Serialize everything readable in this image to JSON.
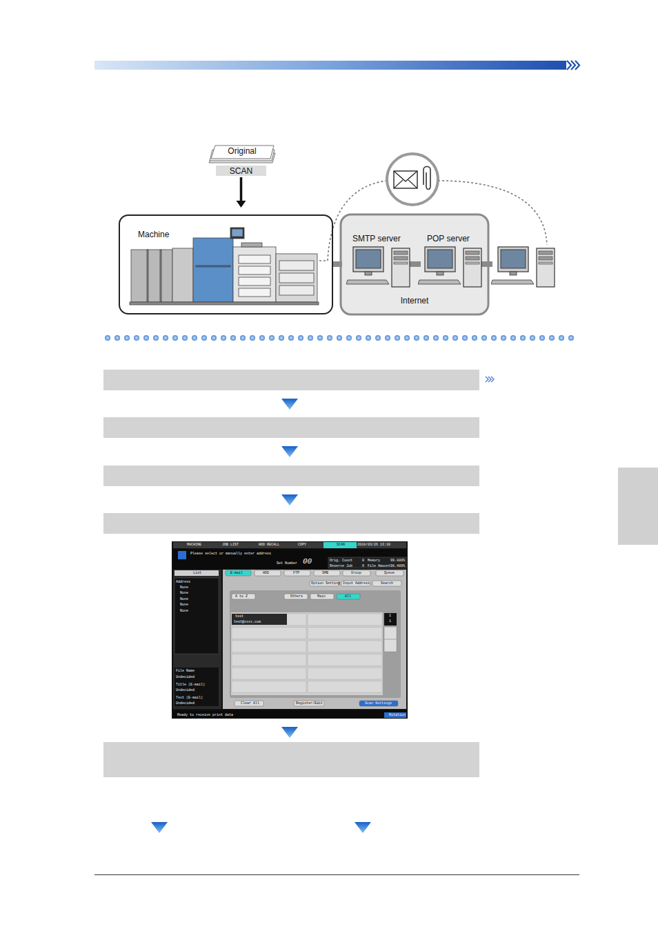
{
  "diagram": {
    "nodes": [
      {
        "text": [
          "Original"
        ]
      },
      {
        "text": [
          "SCAN"
        ]
      },
      {
        "text": [
          "Machine"
        ]
      },
      {
        "text": [
          "Internet"
        ]
      },
      {
        "text": [
          "SMTP server"
        ],
        "in": 3
      },
      {
        "text": [
          "POP server"
        ],
        "in": 3
      }
    ],
    "edges": [
      {
        "from": 1,
        "to": 2,
        "arrow": "to"
      }
    ],
    "labels": [
      "MACHINE",
      "JOB LIST",
      "HDD RECALL",
      "COPY",
      "SCAN",
      "2010/03/26 13:10",
      "Please select or manually enter address",
      "Set Number",
      "00",
      "Orig. Count",
      "0",
      "Memory",
      "99.880%",
      "Reserve Job",
      "0",
      "File Amount",
      "98.480%",
      "List",
      "Address",
      "None",
      "None",
      "None",
      "None",
      "None",
      "File Name",
      "Undecided",
      "Title (E-mail)",
      "Undecided",
      "Text (E-mail)",
      "Undecided",
      "E-mail",
      "HDD",
      "FTP",
      "SMB",
      "Group",
      "Queue",
      "Option Setting",
      "Input Address",
      "Search",
      "A to Z",
      "Others",
      "Main",
      "All",
      "test",
      "test@xxxx.com",
      "1",
      "1",
      "Clear All",
      "Register/Edit",
      "Scan Settings",
      "Ready to receive print data",
      "Rotation"
    ]
  }
}
